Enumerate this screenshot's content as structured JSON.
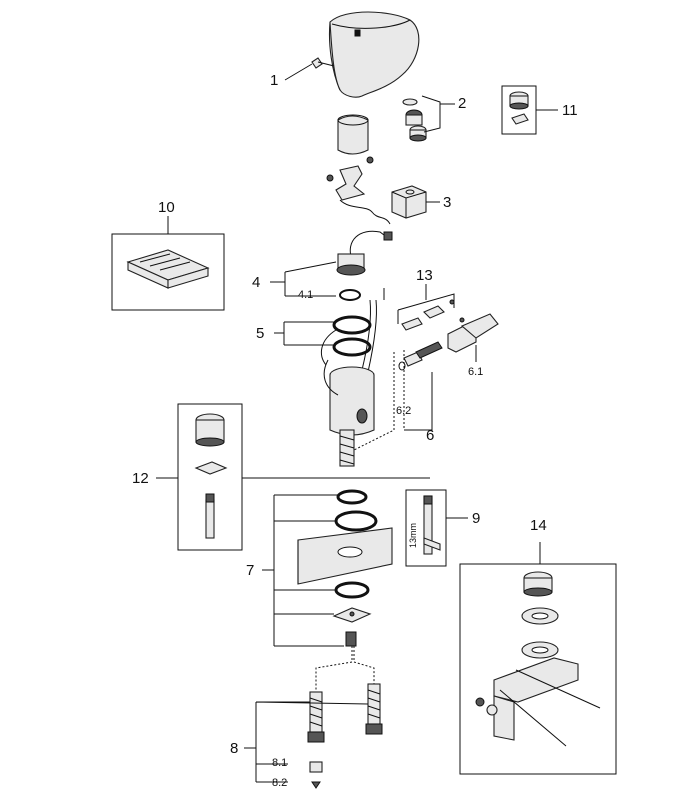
{
  "callouts": {
    "c1": "1",
    "c2": "2",
    "c3": "3",
    "c4": "4",
    "c4_1": "4.1",
    "c5": "5",
    "c6": "6",
    "c6_1": "6.1",
    "c6_2": "6.2",
    "c7": "7",
    "c8": "8",
    "c8_1": "8.1",
    "c8_2": "8.2",
    "c9": "9",
    "c10": "10",
    "c11": "11",
    "c12": "12",
    "c13": "13",
    "c14": "14"
  },
  "tool_label": "13mm"
}
